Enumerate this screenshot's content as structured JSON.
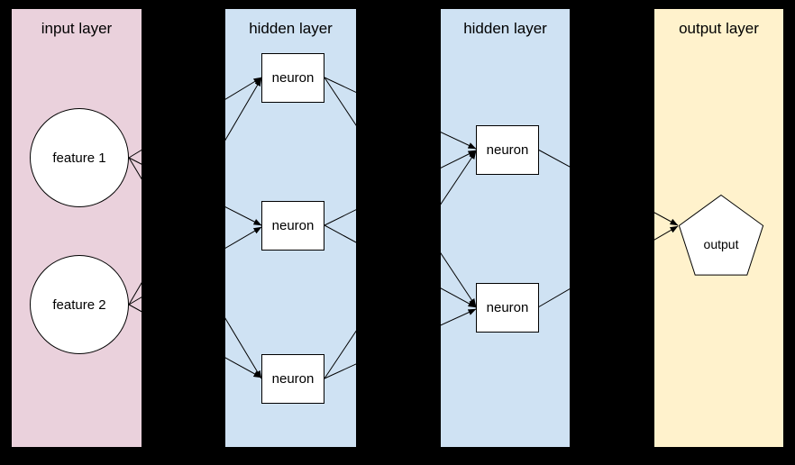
{
  "canvas": {
    "background": "#000000",
    "node_fill": "#ffffff",
    "line_color": "#000000"
  },
  "diagram": {
    "type": "neural-network",
    "layers": [
      {
        "name": "input layer",
        "color": "#ead1dc",
        "node_shape": "circle",
        "nodes": [
          "feature 1",
          "feature 2"
        ]
      },
      {
        "name": "hidden layer",
        "color": "#cfe2f3",
        "node_shape": "rectangle",
        "nodes": [
          "neuron",
          "neuron",
          "neuron"
        ]
      },
      {
        "name": "hidden layer",
        "color": "#cfe2f3",
        "node_shape": "rectangle",
        "nodes": [
          "neuron",
          "neuron"
        ]
      },
      {
        "name": "output layer",
        "color": "#fff2cc",
        "node_shape": "pentagon",
        "nodes": [
          "output"
        ]
      }
    ],
    "edges": [
      {
        "from": "feature 1",
        "to": "hidden1 neuron 1"
      },
      {
        "from": "feature 1",
        "to": "hidden1 neuron 2"
      },
      {
        "from": "feature 1",
        "to": "hidden1 neuron 3"
      },
      {
        "from": "feature 2",
        "to": "hidden1 neuron 1"
      },
      {
        "from": "feature 2",
        "to": "hidden1 neuron 2"
      },
      {
        "from": "feature 2",
        "to": "hidden1 neuron 3"
      },
      {
        "from": "hidden1 neuron 1",
        "to": "hidden2 neuron 1"
      },
      {
        "from": "hidden1 neuron 1",
        "to": "hidden2 neuron 2"
      },
      {
        "from": "hidden1 neuron 2",
        "to": "hidden2 neuron 1"
      },
      {
        "from": "hidden1 neuron 2",
        "to": "hidden2 neuron 2"
      },
      {
        "from": "hidden1 neuron 3",
        "to": "hidden2 neuron 1"
      },
      {
        "from": "hidden1 neuron 3",
        "to": "hidden2 neuron 2"
      },
      {
        "from": "hidden2 neuron 1",
        "to": "output"
      },
      {
        "from": "hidden2 neuron 2",
        "to": "output"
      }
    ]
  }
}
